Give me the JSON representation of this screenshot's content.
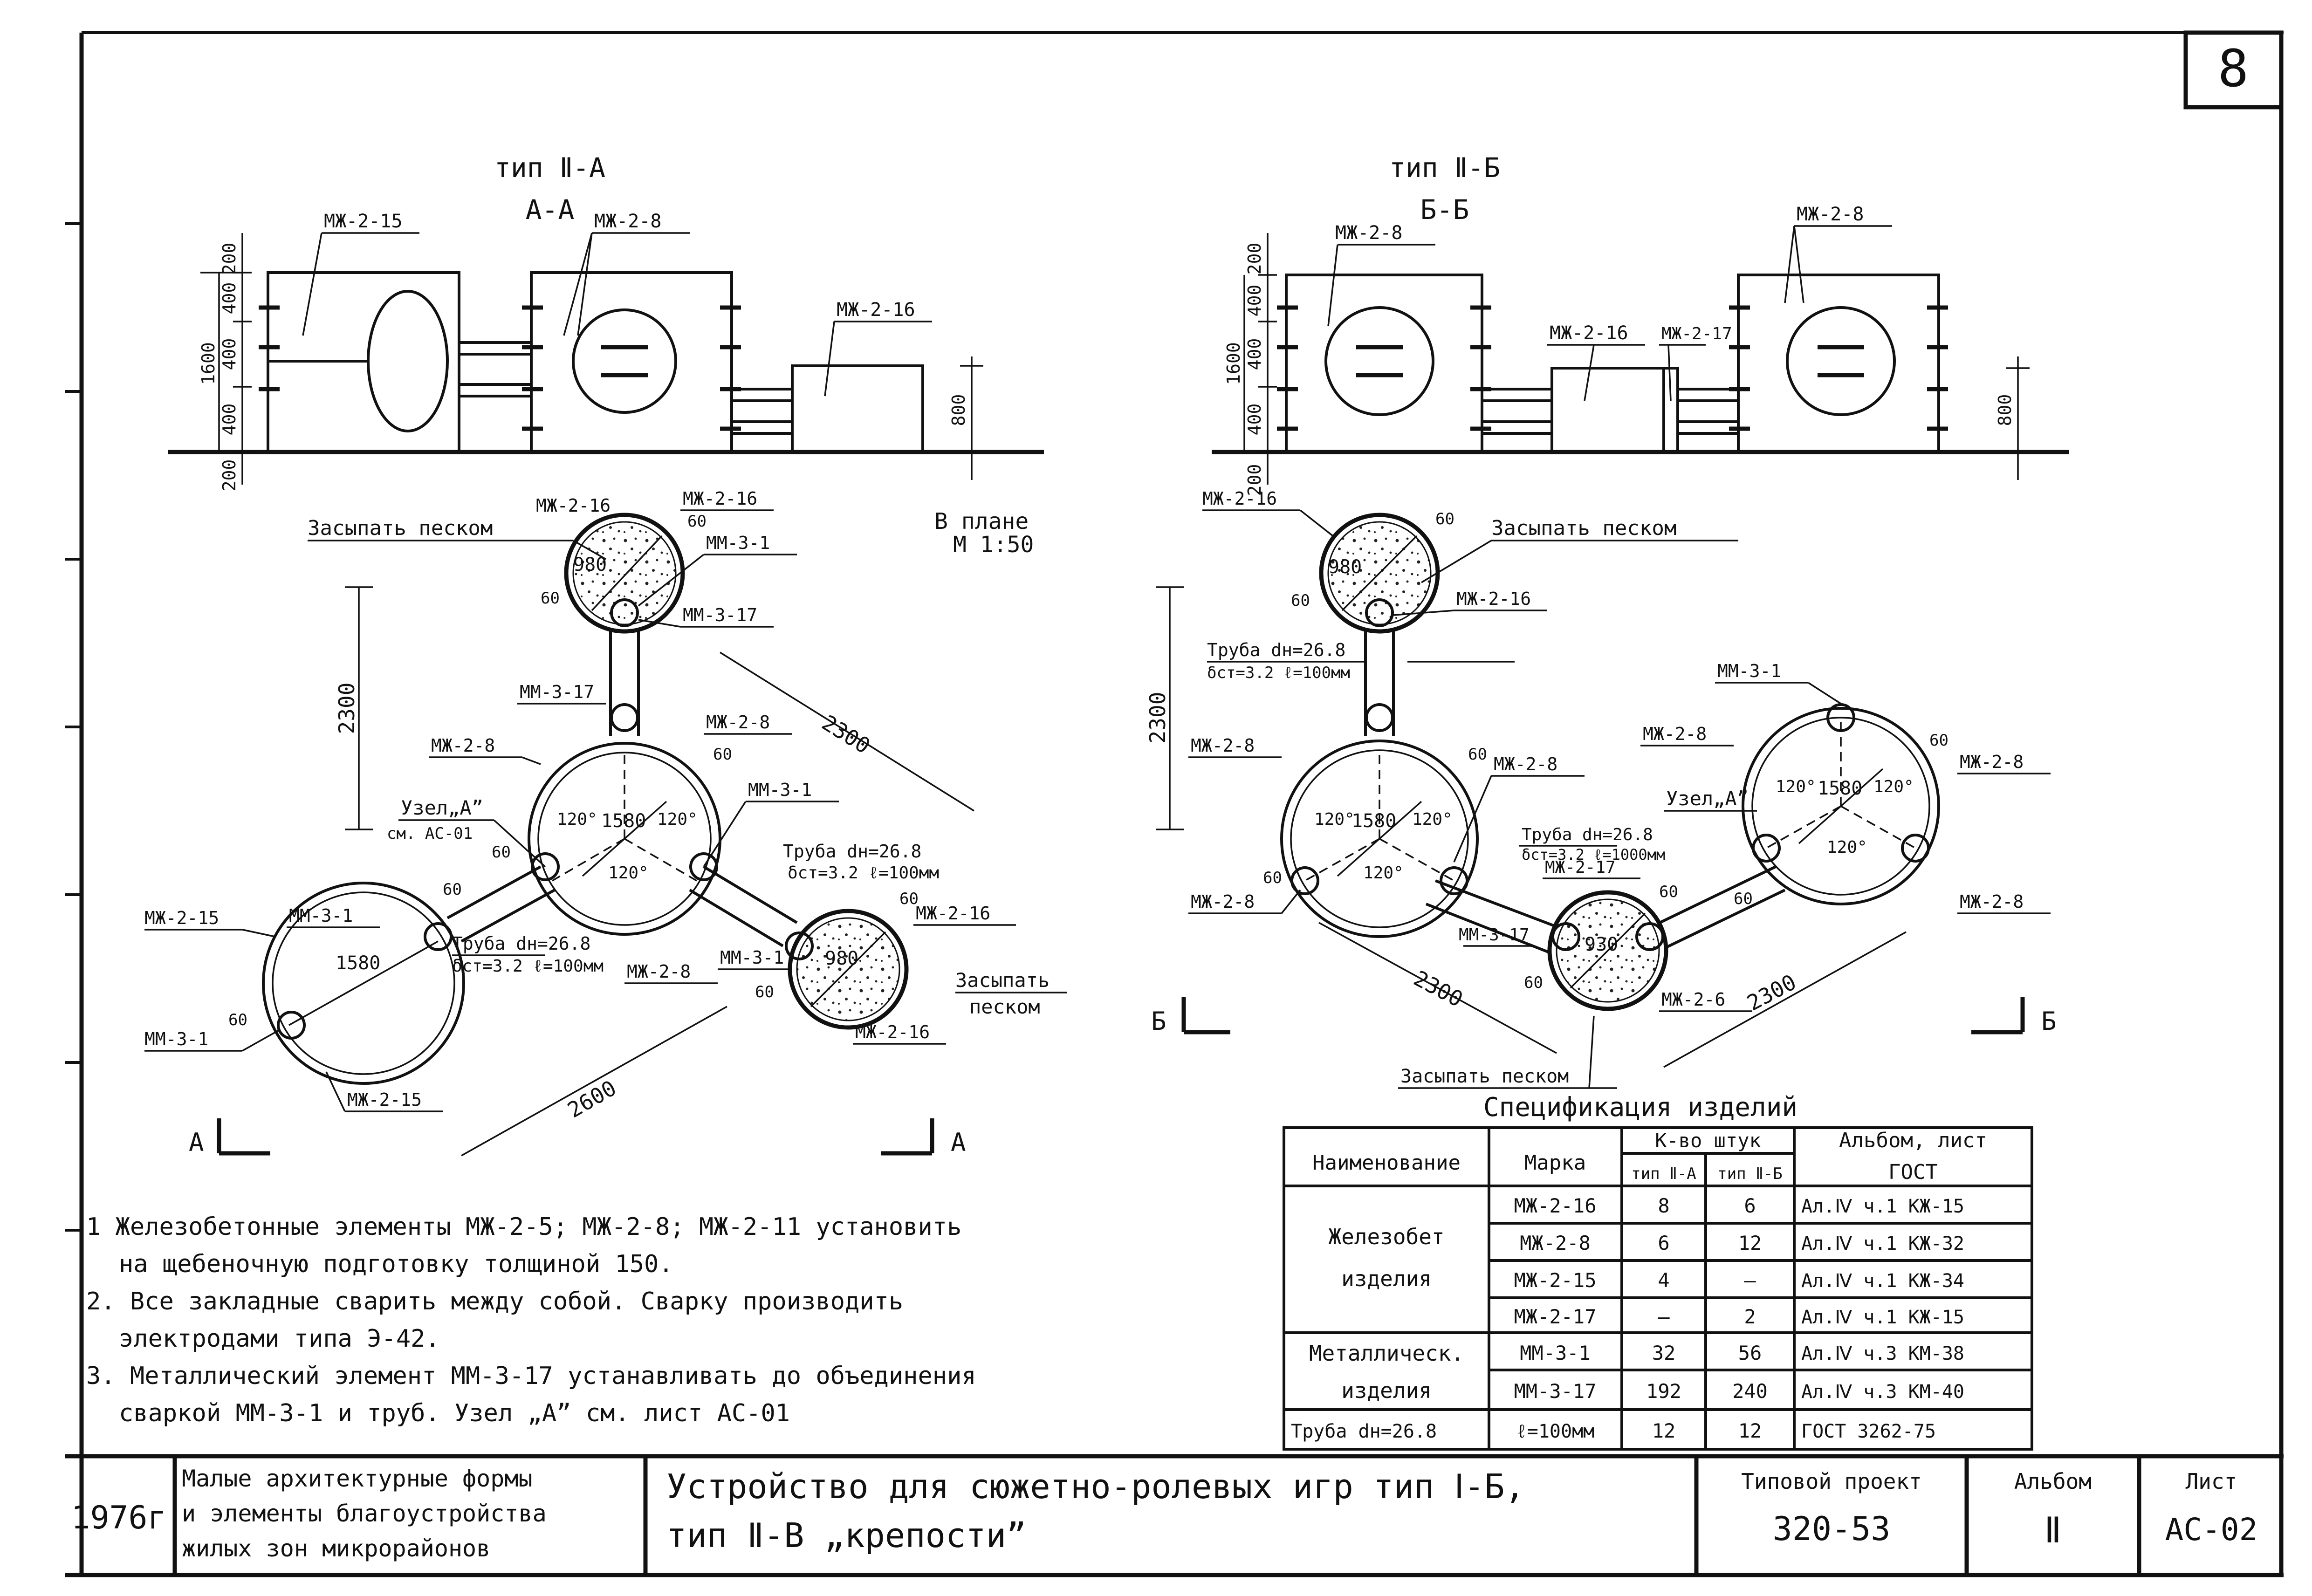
{
  "sheet_no": "8",
  "sections": {
    "left": {
      "type": "тип Ⅱ-А",
      "cut": "А-А"
    },
    "right": {
      "type": "тип Ⅱ-Б",
      "cut": "Б-Б"
    }
  },
  "elevation_labels": {
    "mzh_2_15": "МЖ-2-15",
    "mzh_2_8": "МЖ-2-8",
    "mzh_2_16": "МЖ-2-16",
    "mzh_2_17": "МЖ-2-17",
    "dim_200": "200",
    "dim_400": "400",
    "dim_1600": "1600",
    "dim_800": "800"
  },
  "plan": {
    "caption_line1": "В плане",
    "caption_line2": "М 1:50",
    "fill_sand": "Засыпать песком",
    "fill_sand_a": "Засыпать",
    "fill_sand_b": "песком",
    "mm_3_1": "ММ-3-1",
    "mm_3_17": "ММ-3-17",
    "node_a": "Узел„А”",
    "see_ac01": "см. АС-01",
    "pipe_1": "Труба dн=26.8",
    "pipe_2": "δст=3.2 ℓ=100мм",
    "pipe_2b": "δст=3.2 ℓ=1000мм",
    "d_1580": "1580",
    "d_980": "980",
    "d_930": "930",
    "d_60": "60",
    "angle_120": "120°",
    "dim_2300": "2300",
    "dim_2600": "2600",
    "mzh_2_6": "МЖ-2-6",
    "cut_a": "А",
    "cut_b": "Б"
  },
  "notes": [
    "1 Железобетонные элементы МЖ-2-5; МЖ-2-8; МЖ-2-11 установить",
    "на щебеночную подготовку толщиной 150.",
    "2. Все закладные сварить между собой. Сварку производить",
    "электродами типа Э-42.",
    "3. Металлический элемент ММ-3-17 устанавливать до объединения",
    "сваркой ММ-3-1 и труб. Узел „А” см. лист АС-01"
  ],
  "spec": {
    "title": "Спецификация изделий",
    "headers": {
      "name": "Наименование",
      "mark": "Марка",
      "qty": "К-во штук",
      "qa": "тип Ⅱ-А",
      "qb": "тип Ⅱ-Б",
      "album": "Альбом, лист",
      "gost": "ГОСТ"
    },
    "group_rc_1": "Железобет",
    "group_rc_2": "изделия",
    "group_metal_1": "Металлическ.",
    "group_metal_2": "изделия",
    "rows": [
      {
        "mark": "МЖ-2-16",
        "a": "8",
        "b": "6",
        "ref": "Ал.Ⅳ ч.1 КЖ-15"
      },
      {
        "mark": "МЖ-2-8",
        "a": "6",
        "b": "12",
        "ref": "Ал.Ⅳ ч.1 КЖ-32"
      },
      {
        "mark": "МЖ-2-15",
        "a": "4",
        "b": "—",
        "ref": "Ал.Ⅳ ч.1 КЖ-34"
      },
      {
        "mark": "МЖ-2-17",
        "a": "—",
        "b": "2",
        "ref": "Ал.Ⅳ ч.1 КЖ-15"
      },
      {
        "mark": "ММ-3-1",
        "a": "32",
        "b": "56",
        "ref": "Ал.Ⅳ ч.3 КМ-38"
      },
      {
        "mark": "ММ-3-17",
        "a": "192",
        "b": "240",
        "ref": "Ал.Ⅳ ч.3 КМ-40"
      }
    ],
    "pipe_row": {
      "name": "Труба dн=26.8",
      "mark": "ℓ=100мм",
      "a": "12",
      "b": "12",
      "ref": "ГОСТ 3262-75"
    }
  },
  "title_block": {
    "year": "1976г",
    "org_1": "Малые архитектурные формы",
    "org_2": "и элементы благоустройства",
    "org_3": "жилых зон микрорайонов",
    "title_1": "Устройство для сюжетно-ролевых игр тип Ⅰ-Б,",
    "title_2": "тип Ⅱ-В „крепости”",
    "project_label": "Типовой проект",
    "project_value": "320-53",
    "album_label": "Альбом",
    "album_value": "Ⅱ",
    "sheet_label": "Лист",
    "sheet_value": "АС-02"
  }
}
